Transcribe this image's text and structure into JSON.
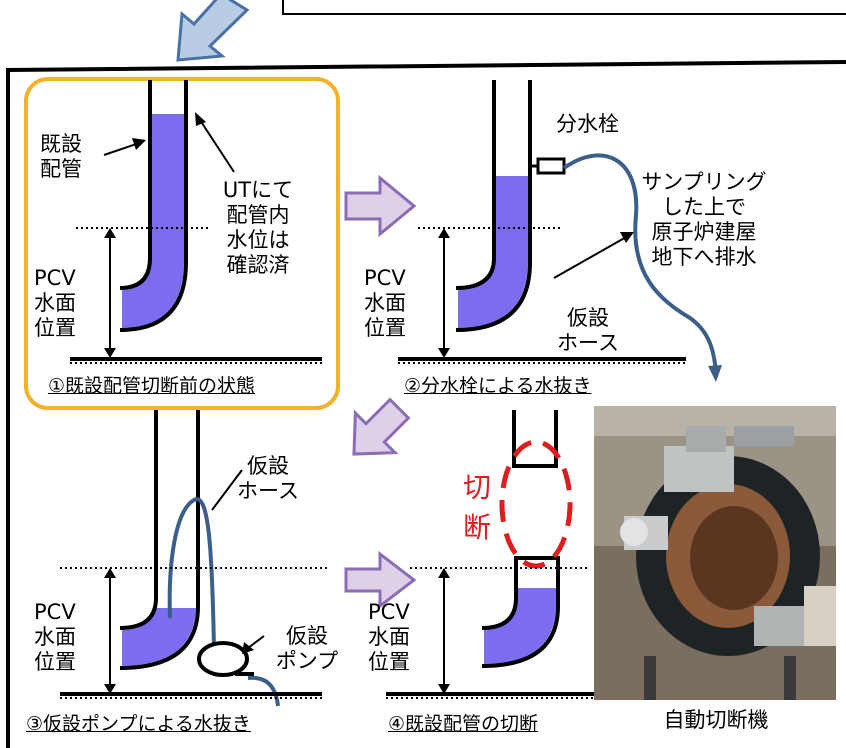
{
  "labels": {
    "kisetsu_haikan": [
      "既設",
      "配管"
    ],
    "ut_note": [
      "UTにて",
      "配管内",
      "水位は",
      "確認済"
    ],
    "pcv_1": [
      "PCV",
      "水面",
      "位置"
    ],
    "pcv_2": [
      "PCV",
      "水面",
      "位置"
    ],
    "pcv_3": [
      "PCV",
      "水面",
      "位置"
    ],
    "pcv_4": [
      "PCV",
      "水面",
      "位置"
    ],
    "bunsuisen": "分水栓",
    "sampling_note": [
      "サンプリング",
      "した上で",
      "原子炉建屋",
      "地下へ排水"
    ],
    "hose_2": [
      "仮設",
      "ホース"
    ],
    "hose_3": [
      "仮設",
      "ホース"
    ],
    "pump": [
      "仮設",
      "ポンプ"
    ],
    "setsudan": [
      "切",
      "断"
    ],
    "machine": "自動切断機"
  },
  "captions": {
    "step1": "①既設配管切断前の状態",
    "step2": "②分水栓による水抜き",
    "step3": "③仮設ポンプによる水抜き",
    "step4": "④既設配管の切断"
  },
  "colors": {
    "water": "#7b6cf0",
    "hose": "#3b5f8a",
    "highlight_box": "#f2b22a",
    "flow_arrow_fill": "#ddd0e8",
    "flow_arrow_stroke": "#8a6db5",
    "callout_arrow_fill": "#b8cce4",
    "callout_arrow_stroke": "#4a70a8",
    "cut_ellipse": "#e01c1c"
  }
}
